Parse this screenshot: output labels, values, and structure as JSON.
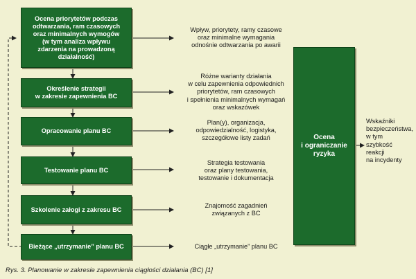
{
  "steps": [
    {
      "label": "Ocena priorytetów podczas\nodtwarzania, ram czasowych\noraz minimalnych wymogów\n(w tym analiza wpływu\nzdarzenia na prowadzoną działalność)",
      "description": "Wpływ, priorytety, ramy czasowe\noraz minimalne wymagania\nodnośnie odtwarzania po awarii"
    },
    {
      "label": "Określenie strategii\nw zakresie zapewnienia BC",
      "description": "Różne warianty działania\nw celu zapewnienia odpowiednich\npriorytetów, ram czasowych\ni spełnienia minimalnych wymagań\noraz wskazówek"
    },
    {
      "label": "Opracowanie planu BC",
      "description": "Plan(y), organizacja,\nodpowiedzialność, logistyka,\nszczegółowe listy zadań"
    },
    {
      "label": "Testowanie planu BC",
      "description": "Strategia testowania\noraz plany testowania,\ntestowanie i dokumentacja"
    },
    {
      "label": "Szkolenie załogi z zakresu BC",
      "description": "Znajomość zagadnień\nzwiązanych z BC"
    },
    {
      "label": "Bieżące „utrzymanie” planu BC",
      "description": "Ciągłe „utrzymanie” planu BC"
    }
  ],
  "risk_box": {
    "label": "Ocena\ni ograniczanie\nryzyka"
  },
  "indicators": {
    "label": "Wskaźniki\nbezpieczeństwa,\nw tym\nszybkość\nreakcji\nna incydenty"
  },
  "caption": "Rys. 3. Planowanie w zakresie zapewnienia ciągłości działania (BC) [1]",
  "colors": {
    "box": "#1c6b2c",
    "background": "#f1f1d2",
    "arrow": "#222222"
  }
}
